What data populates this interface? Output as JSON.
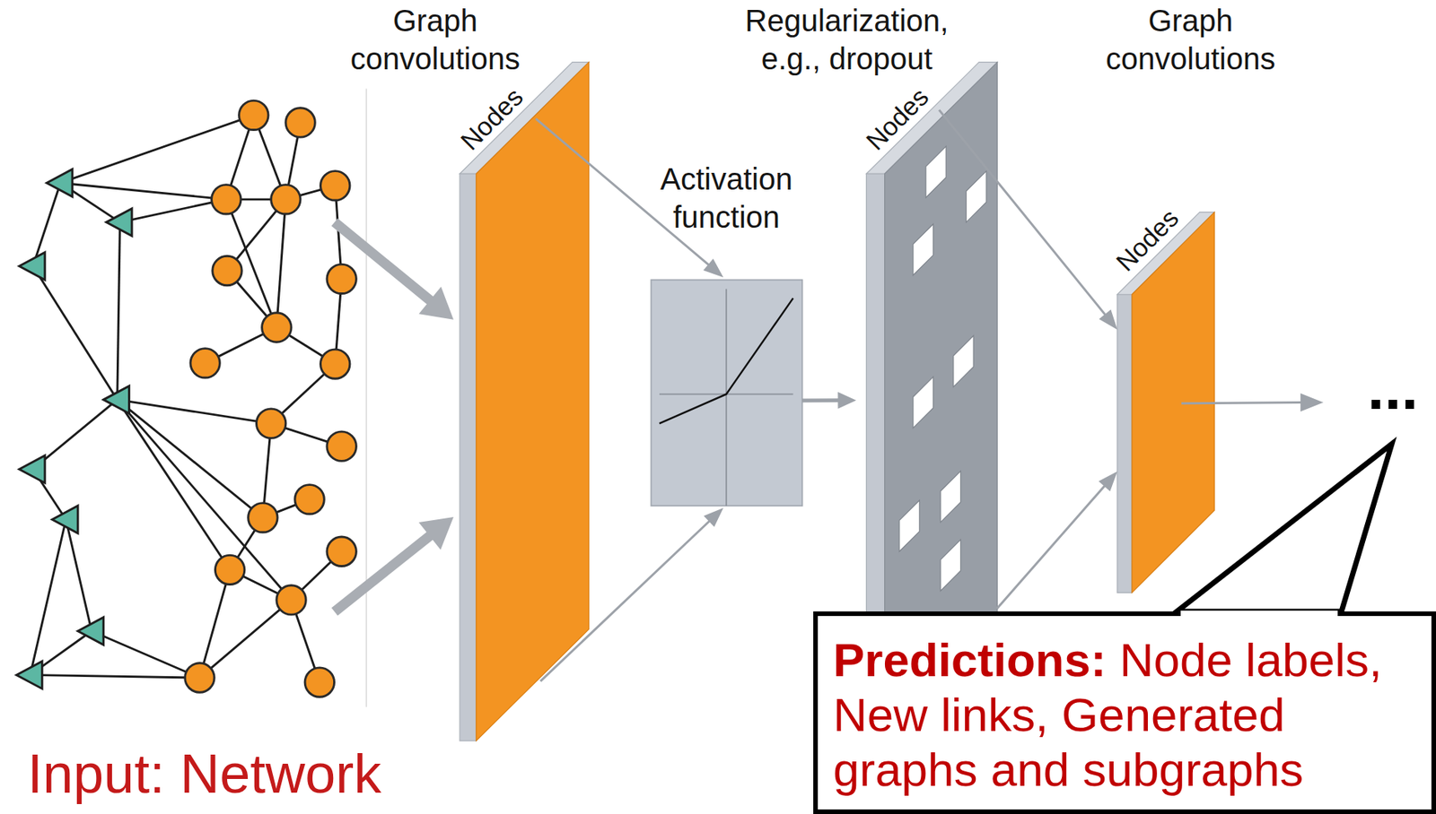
{
  "diagram": {
    "nodes": [
      {
        "text": [
          "Input: Network"
        ]
      },
      {
        "text": [
          "Graph convolutions",
          "Nodes"
        ]
      },
      {
        "text": [
          "Activation function"
        ]
      },
      {
        "text": [
          "Regularization, e.g., dropout",
          "Nodes"
        ]
      },
      {
        "text": [
          "Graph convolutions",
          "Nodes"
        ]
      },
      {
        "text": [
          "Predictions:",
          "Node labels, New links, Generated graphs and subgraphs"
        ]
      }
    ],
    "edges": [
      {
        "from": 0,
        "to": 1,
        "arrow": "to"
      },
      {
        "from": 0,
        "to": 1,
        "arrow": "to"
      },
      {
        "from": 1,
        "to": 2,
        "arrow": "to"
      },
      {
        "from": 1,
        "to": 2,
        "arrow": "to"
      },
      {
        "from": 2,
        "to": 3,
        "arrow": "to"
      },
      {
        "from": 3,
        "to": 4,
        "arrow": "to"
      },
      {
        "from": 3,
        "to": 4,
        "arrow": "to"
      }
    ],
    "labels": [
      "..."
    ]
  }
}
